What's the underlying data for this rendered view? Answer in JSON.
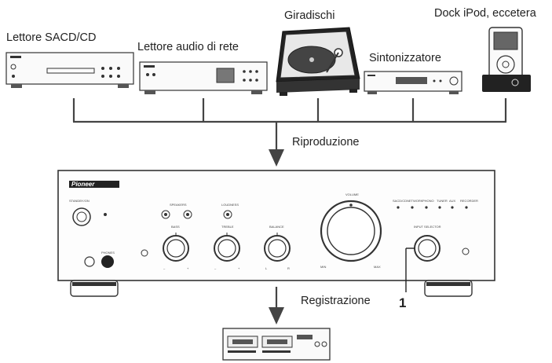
{
  "sources": {
    "sacd": "Lettore SACD/CD",
    "network": "Lettore audio di rete",
    "turntable": "Giradischi",
    "tuner": "Sintonizzatore",
    "ipod": "Dock iPod, eccetera"
  },
  "flow": {
    "playback": "Riproduzione",
    "recording": "Registrazione"
  },
  "callout": "1",
  "amplifier": {
    "brand": "Pioneer",
    "standby": "STANDBY/ON",
    "volume": "VOLUME",
    "vol_min": "MIN",
    "vol_max": "MAX",
    "bass": "BASS",
    "treble": "TREBLE",
    "balance": "BALANCE",
    "speakers": "SPEAKERS",
    "loudness": "LOUDNESS",
    "input_selector": "INPUT SELECTOR",
    "phones": "PHONES",
    "inputs": [
      "SACD/CD",
      "NETWORK",
      "PHONO",
      "TUNER",
      "AUX",
      "RECORDER"
    ]
  }
}
